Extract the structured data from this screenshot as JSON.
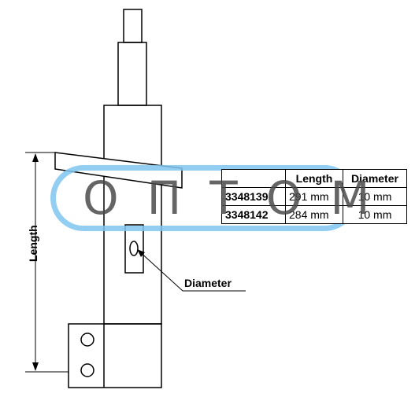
{
  "labels": {
    "length": "Length",
    "diameter": "Diameter"
  },
  "watermark": {
    "text": "ОПТОМ",
    "ring_color": "#7fc6ef"
  },
  "table": {
    "headers": [
      "",
      "Length",
      "Diameter"
    ],
    "rows": [
      {
        "part": "3348139",
        "length": "291 mm",
        "diameter": "10 mm"
      },
      {
        "part": "3348142",
        "length": "284 mm",
        "diameter": "10 mm"
      }
    ]
  }
}
